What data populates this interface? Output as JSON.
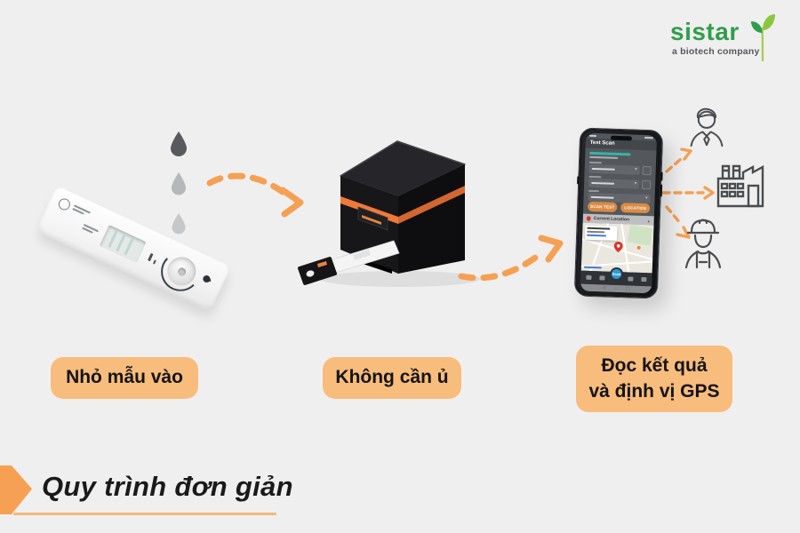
{
  "logo": {
    "name": "sistar",
    "tagline": "a biotech company"
  },
  "steps": [
    {
      "label": "Nhỏ mẫu vào"
    },
    {
      "label": "Không cần ủ"
    },
    {
      "label_lines": [
        "Đọc kết quả",
        "và định vị GPS"
      ]
    }
  ],
  "footer": {
    "title": "Quy trình đơn giản"
  },
  "phone_app": {
    "title": "Test Scan",
    "scan_button": "SCAN TEST",
    "location_button": "LOCATION",
    "location_bar": "Current Location",
    "nav_center": "Scan"
  },
  "icons": {
    "sprout": "sprout-icon",
    "droplets": "sample-droplets-icon",
    "dashed_arrow": "dashed-arrow-icon",
    "businessman": "businessman-icon",
    "factory": "factory-icon",
    "worker": "worker-icon",
    "map_pin": "map-pin-icon"
  },
  "colors": {
    "background": "#F0EFEF",
    "accent_orange": "#F5A053",
    "badge_orange": "#F8BC7C",
    "brand_green": "#2F9E4B",
    "tagline_gray": "#55585B",
    "icon_gray": "#4A4D50",
    "reader_stripe": "#F0793A",
    "phone_button_orange": "#DA8B43",
    "phone_accent_blue": "#2D9BD8",
    "droplet_dark": "#595A5E",
    "droplet_mid": "#B5B7B8",
    "droplet_light": "#C6C7C8"
  }
}
